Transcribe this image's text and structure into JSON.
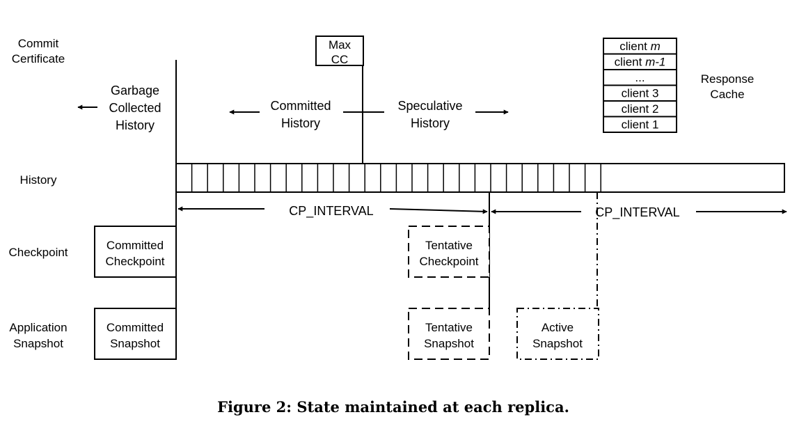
{
  "labels": {
    "commit_certificate": [
      "Commit",
      "Certificate"
    ],
    "max_cc": [
      "Max",
      "CC"
    ],
    "garbage_collected_history": [
      "Garbage",
      "Collected",
      "History"
    ],
    "committed_history": [
      "Committed",
      "History"
    ],
    "speculative_history": [
      "Speculative",
      "History"
    ],
    "response_cache": [
      "Response",
      "Cache"
    ],
    "history": "History",
    "checkpoint": "Checkpoint",
    "application_snapshot": [
      "Application",
      "Snapshot"
    ],
    "cp_interval_1": "CP_INTERVAL",
    "cp_interval_2": "CP_INTERVAL"
  },
  "boxes": {
    "committed_checkpoint": [
      "Committed",
      "Checkpoint"
    ],
    "tentative_checkpoint": [
      "Tentative",
      "Checkpoint"
    ],
    "committed_snapshot": [
      "Committed",
      "Snapshot"
    ],
    "tentative_snapshot": [
      "Tentative",
      "Snapshot"
    ],
    "active_snapshot": [
      "Active",
      "Snapshot"
    ]
  },
  "response_cache_entries": [
    {
      "prefix": "client ",
      "suffix": "m"
    },
    {
      "prefix": "client ",
      "suffix": "m-1"
    },
    {
      "prefix": "...",
      "suffix": ""
    },
    {
      "prefix": "client 3",
      "suffix": ""
    },
    {
      "prefix": "client 2",
      "suffix": ""
    },
    {
      "prefix": "client 1",
      "suffix": ""
    }
  ],
  "caption": "Figure 2: State maintained at each replica."
}
